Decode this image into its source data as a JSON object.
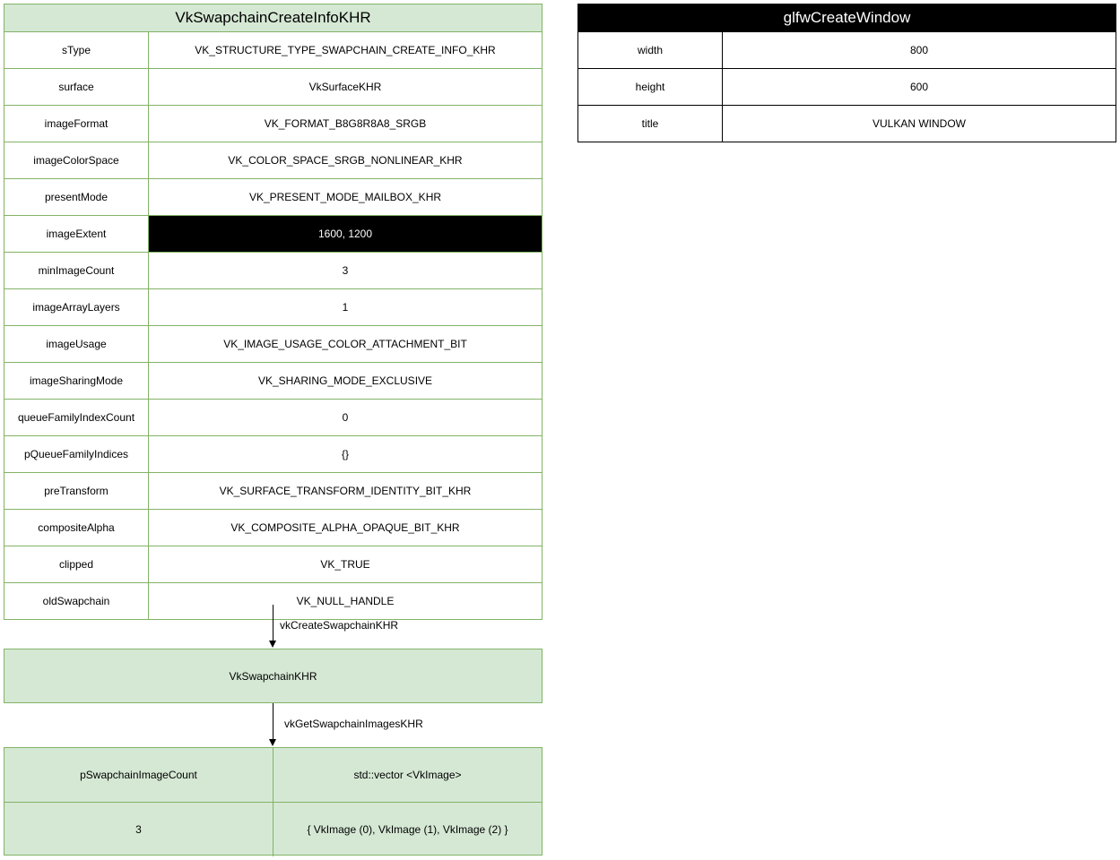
{
  "create_info": {
    "title": "VkSwapchainCreateInfoKHR",
    "rows": [
      {
        "key": "sType",
        "value": "VK_STRUCTURE_TYPE_SWAPCHAIN_CREATE_INFO_KHR"
      },
      {
        "key": "surface",
        "value": "VkSurfaceKHR"
      },
      {
        "key": "imageFormat",
        "value": "VK_FORMAT_B8G8R8A8_SRGB"
      },
      {
        "key": "imageColorSpace",
        "value": "VK_COLOR_SPACE_SRGB_NONLINEAR_KHR"
      },
      {
        "key": "presentMode",
        "value": "VK_PRESENT_MODE_MAILBOX_KHR"
      },
      {
        "key": "imageExtent",
        "value": "1600, 1200"
      },
      {
        "key": "minImageCount",
        "value": "3"
      },
      {
        "key": "imageArrayLayers",
        "value": "1"
      },
      {
        "key": "imageUsage",
        "value": "VK_IMAGE_USAGE_COLOR_ATTACHMENT_BIT"
      },
      {
        "key": "imageSharingMode",
        "value": "VK_SHARING_MODE_EXCLUSIVE"
      },
      {
        "key": "queueFamilyIndexCount",
        "value": "0"
      },
      {
        "key": "pQueueFamilyIndices",
        "value": "{}"
      },
      {
        "key": "preTransform",
        "value": "VK_SURFACE_TRANSFORM_IDENTITY_BIT_KHR"
      },
      {
        "key": "compositeAlpha",
        "value": "VK_COMPOSITE_ALPHA_OPAQUE_BIT_KHR"
      },
      {
        "key": "clipped",
        "value": "VK_TRUE"
      },
      {
        "key": "oldSwapchain",
        "value": "VK_NULL_HANDLE"
      }
    ]
  },
  "glfw": {
    "title": "glfwCreateWindow",
    "rows": [
      {
        "key": "width",
        "value": "800"
      },
      {
        "key": "height",
        "value": "600"
      },
      {
        "key": "title",
        "value": "VULKAN WINDOW"
      }
    ]
  },
  "arrows": {
    "create_label": "vkCreateSwapchainKHR",
    "get_images_label": "vkGetSwapchainImagesKHR"
  },
  "swapchain": {
    "label": "VkSwapchainKHR"
  },
  "images": {
    "headers": [
      "pSwapchainImageCount",
      "std::vector <VkImage>"
    ],
    "values": [
      "3",
      "{ VkImage (0), VkImage (1), VkImage (2) }"
    ]
  },
  "colors": {
    "green_fill": "#d5e8d4",
    "green_stroke": "#82b366",
    "highlight": "#000000"
  }
}
